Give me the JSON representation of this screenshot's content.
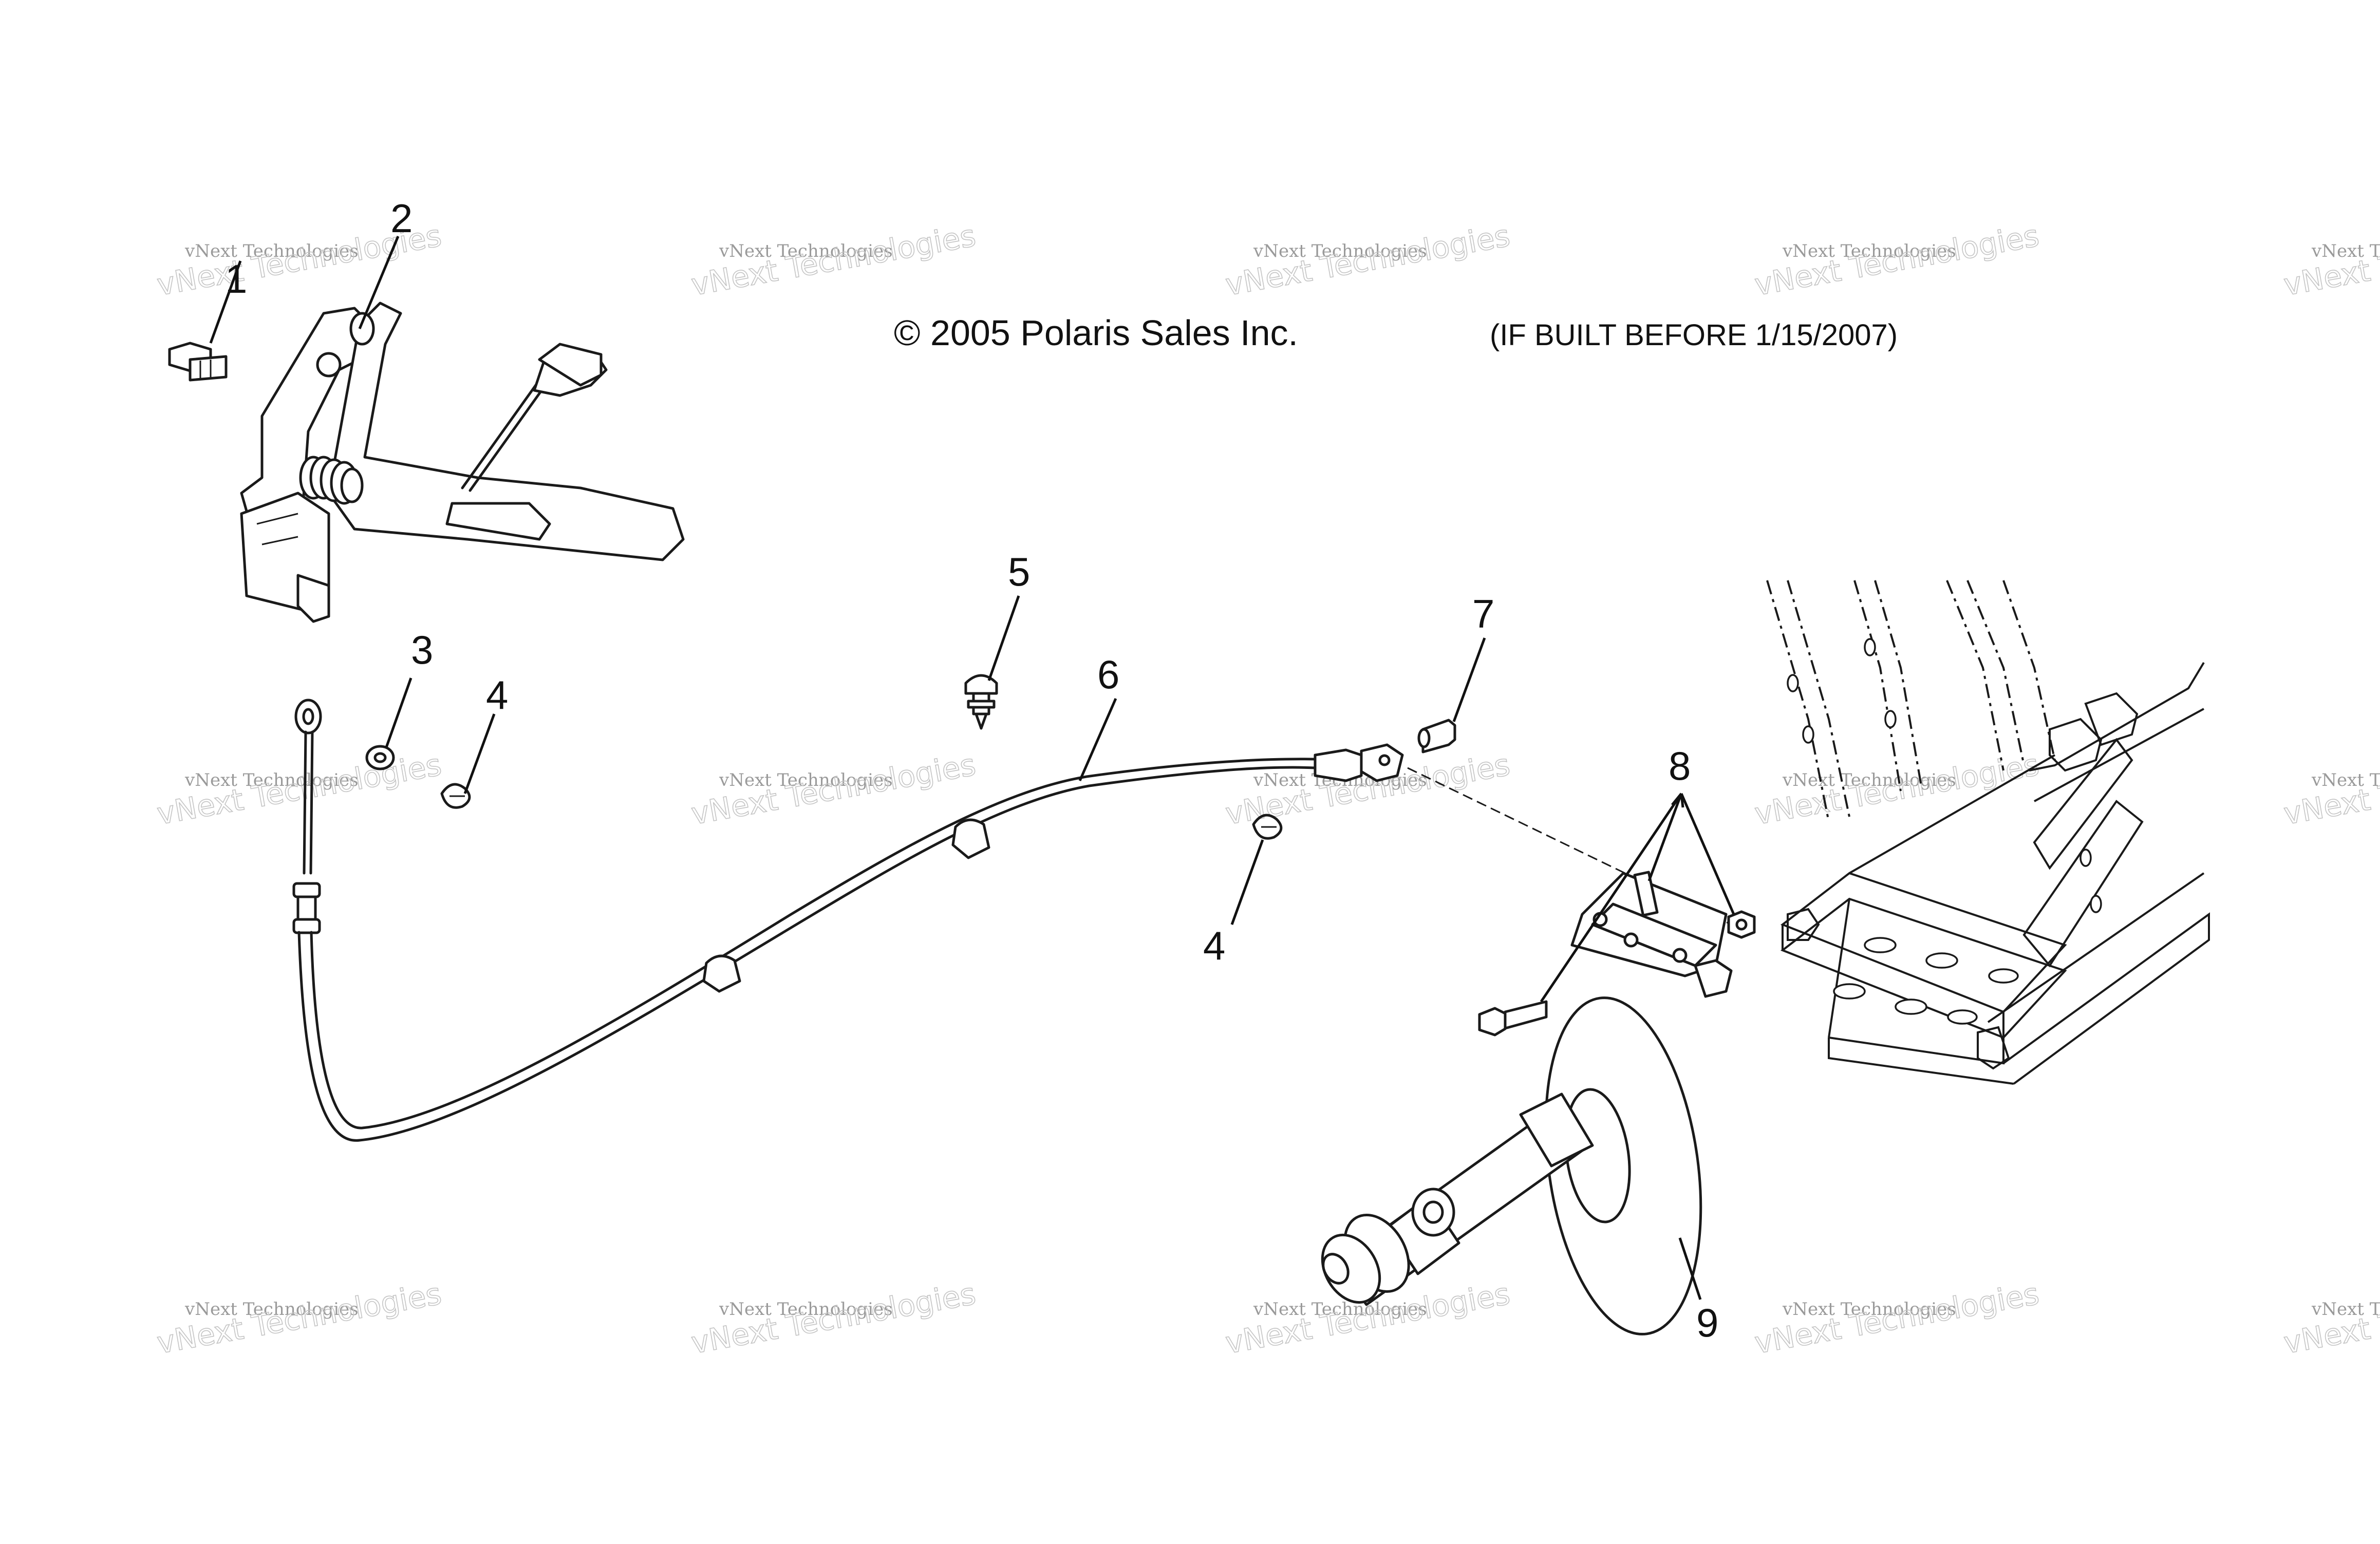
{
  "header": {
    "copyright": "© 2005 Polaris Sales Inc.",
    "build_note": "(IF BUILT BEFORE 1/15/2007)"
  },
  "callouts": [
    "1",
    "2",
    "3",
    "4",
    "5",
    "6",
    "7",
    "8",
    "4",
    "9"
  ],
  "watermark": {
    "line1": "vNext Technologies",
    "line2": "vNext Technologies"
  }
}
